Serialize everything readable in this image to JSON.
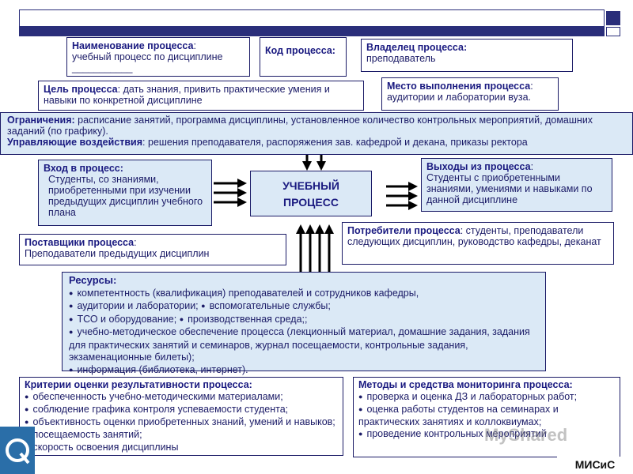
{
  "top_bar": {
    "color": "#2a2e7a"
  },
  "process_name": {
    "label": "Наименование процесса",
    "colon": ":",
    "text": "учебный процесс по дисциплине ___________"
  },
  "process_code": {
    "label": "Код процесса:"
  },
  "process_owner": {
    "label": "Владелец процесса:",
    "text": "преподаватель"
  },
  "process_goal": {
    "label": "Цель процесса",
    "text": ": дать знания, привить практические умения и навыки по конкретной дисциплине"
  },
  "process_place": {
    "label": "Место выполнения процесса",
    "colon": ":",
    "text": "аудитории и лаборатории вуза."
  },
  "constraints": {
    "label": "Ограничения:",
    "text": "расписание занятий, программа дисциплины, установленное количество контрольных мероприятий, домашних заданий (по графику).",
    "control_label": "Управляющие воздействия",
    "control_text": ": решения преподавателя, распоряжения зав. кафедрой и декана, приказы ректора"
  },
  "input": {
    "label": "Вход в процесс:",
    "text": "Студенты, со знаниями, приобретенными при изучении предыдущих дисциплин учебного плана"
  },
  "center": {
    "line1": "УЧЕБНЫЙ",
    "line2": "ПРОЦЕСС"
  },
  "output": {
    "label": "Выходы из процесса",
    "colon": ":",
    "text": "Студенты с приобретенными знаниями, умениями и навыками по данной дисциплине"
  },
  "suppliers": {
    "label": "Поставщики процесса",
    "colon": ":",
    "text": "Преподаватели предыдущих дисциплин"
  },
  "consumers": {
    "label": "Потребители процесса",
    "text": ": студенты, преподаватели следующих дисциплин, руководство кафедры, деканат"
  },
  "resources": {
    "label": "Ресурсы:",
    "items": [
      "компетентность (квалификация) преподавателей и сотрудников кафедры,",
      "аудитории и лаборатории;",
      "вспомогательные службы;",
      "ТСО и оборудование;",
      "производственная среда;;",
      "учебно-методическое обеспечение процесса (лекционный материал, домашние задания, задания для практических занятий и семинаров, журнал посещаемости, контрольные задания, экзаменационные билеты);",
      "информация (библиотека, интернет)."
    ]
  },
  "criteria": {
    "label": "Критерии оценки результативности процесса:",
    "items": [
      "обеспеченность учебно-методическими материалами;",
      "соблюдение графика контроля успеваемости студента;",
      "объективность оценки приобретенных знаний, умений и навыков;",
      "посещаемость занятий;",
      "скорость освоения дисциплины"
    ]
  },
  "monitoring": {
    "label": "Методы и средства мониторинга процесса:",
    "items": [
      "проверка и оценка ДЗ и лабораторных работ;",
      "оценка работы студентов на семинарах и практических занятиях и коллоквиумах;",
      "проведение контрольных мероприятий"
    ]
  },
  "watermark": {
    "text": "MyShared"
  },
  "logo": {
    "text": "МИСиС"
  }
}
